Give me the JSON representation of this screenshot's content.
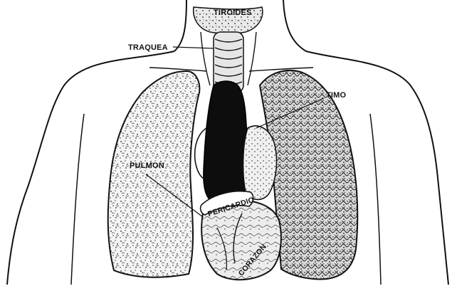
{
  "labels": {
    "tiroides": "TIROIDES",
    "traquea": "TRAQUEA",
    "timo": "TIMO",
    "pulmon": "PULMON",
    "pericardio": "PERICARDIO",
    "corazon": "CORAZON"
  },
  "colors": {
    "ink": "#111111",
    "paper": "#ffffff",
    "tissue_fill": "#f2f2f2",
    "dark_vessel": "#0d0d0d"
  }
}
